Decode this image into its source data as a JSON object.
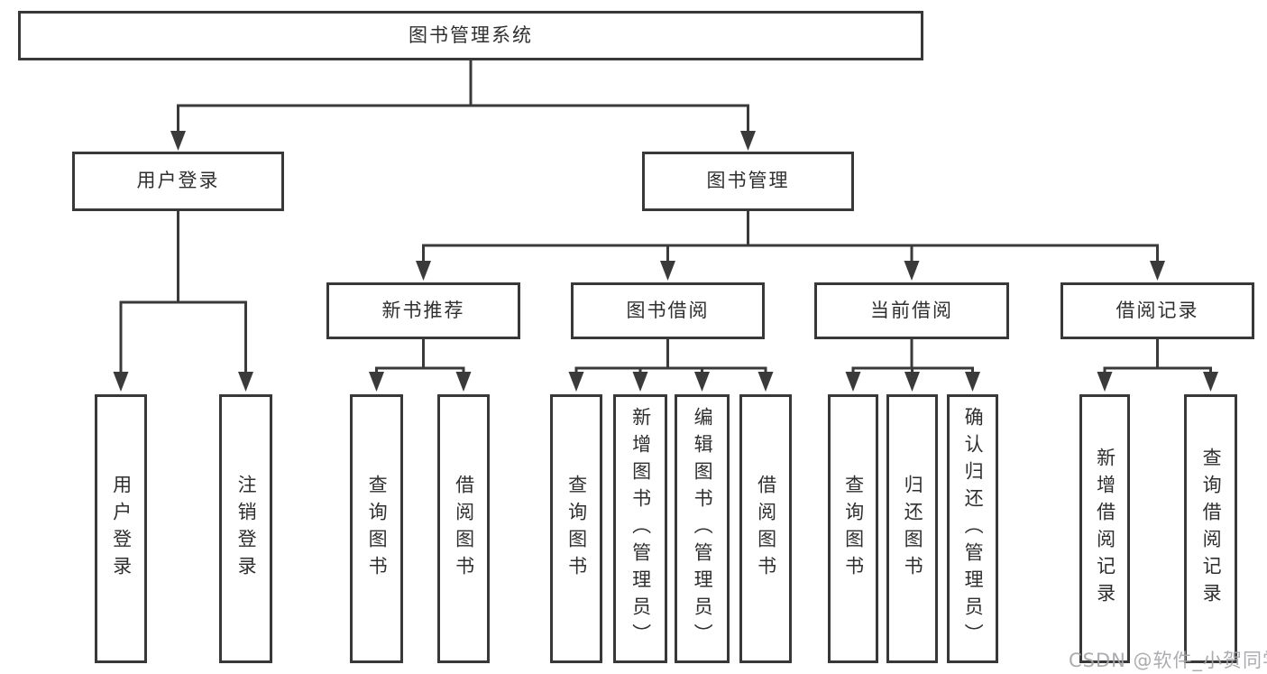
{
  "watermark": {
    "text": "CSDN @软件_小贺同学"
  },
  "colors": {
    "line": "#3a3a3a",
    "box_border": "#383838",
    "text": "#2f2f2f",
    "background": "#ffffff",
    "watermark": "#a6a6aa"
  },
  "tree": {
    "root": {
      "label": "图书管理系统"
    },
    "branches": [
      {
        "label": "用户登录",
        "children": [
          {
            "label": "用户登录"
          },
          {
            "label": "注销登录"
          }
        ]
      },
      {
        "label": "图书管理",
        "children": [
          {
            "label": "新书推荐",
            "children": [
              {
                "label": "查询图书"
              },
              {
                "label": "借阅图书"
              }
            ]
          },
          {
            "label": "图书借阅",
            "children": [
              {
                "label": "查询图书"
              },
              {
                "label": "新增图书（管理员）"
              },
              {
                "label": "编辑图书（管理员）"
              },
              {
                "label": "借阅图书"
              }
            ]
          },
          {
            "label": "当前借阅",
            "children": [
              {
                "label": "查询图书"
              },
              {
                "label": "归还图书"
              },
              {
                "label": "确认归还（管理员）"
              }
            ]
          },
          {
            "label": "借阅记录",
            "children": [
              {
                "label": "新增借阅记录"
              },
              {
                "label": "查询借阅记录"
              }
            ]
          }
        ]
      }
    ]
  }
}
